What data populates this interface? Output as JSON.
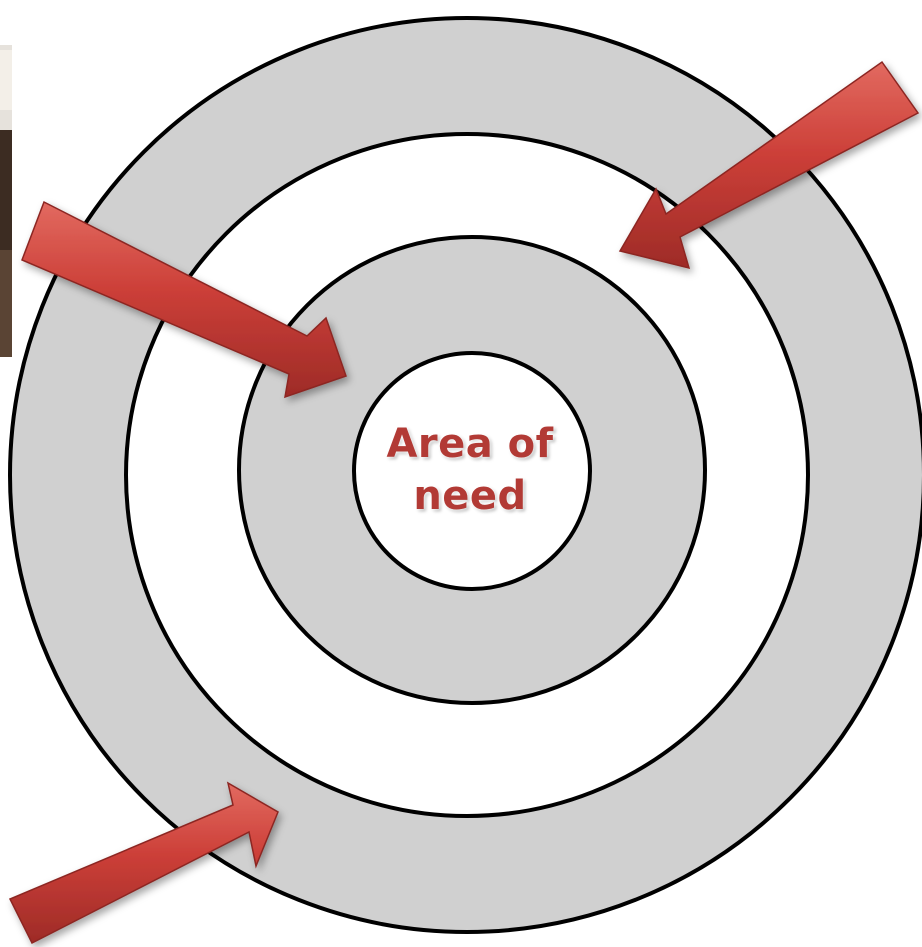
{
  "diagram": {
    "center_label": {
      "line1": "Area of",
      "line2": "need"
    },
    "rings": [
      {
        "fill": "#d0d0d0"
      },
      {
        "fill": "#ffffff"
      },
      {
        "fill": "#d0d0d0"
      },
      {
        "fill": "#ffffff"
      }
    ],
    "ring_stroke": "#000000",
    "arrow_color": "#c9413b",
    "arrow_count": 3
  }
}
